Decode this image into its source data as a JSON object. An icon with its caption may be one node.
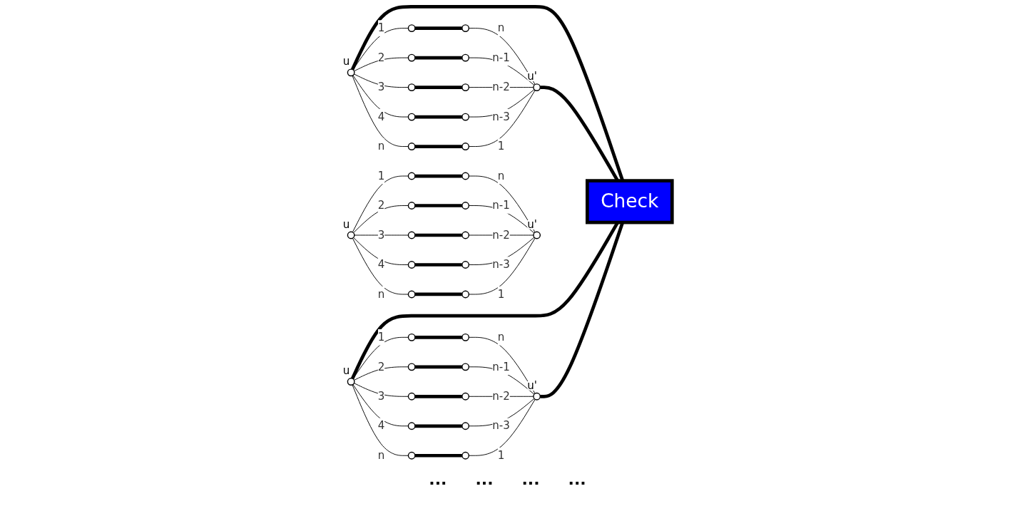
{
  "diagram": {
    "nodes": [
      {
        "text": [],
        "shape": "circle",
        "beside": [
          "u"
        ]
      },
      {
        "text": [],
        "shape": "circle"
      },
      {
        "text": [],
        "shape": "circle"
      },
      {
        "text": [],
        "shape": "circle"
      },
      {
        "text": [],
        "shape": "circle"
      },
      {
        "text": [],
        "shape": "circle"
      },
      {
        "text": [],
        "shape": "circle"
      },
      {
        "text": [],
        "shape": "circle"
      },
      {
        "text": [],
        "shape": "circle"
      },
      {
        "text": [],
        "shape": "circle"
      },
      {
        "text": [],
        "shape": "circle"
      },
      {
        "text": [],
        "shape": "circle",
        "beside": [
          "u'"
        ]
      },
      {
        "text": [],
        "shape": "circle",
        "beside": [
          "u"
        ]
      },
      {
        "text": [],
        "shape": "circle"
      },
      {
        "text": [],
        "shape": "circle"
      },
      {
        "text": [],
        "shape": "circle"
      },
      {
        "text": [],
        "shape": "circle"
      },
      {
        "text": [],
        "shape": "circle"
      },
      {
        "text": [],
        "shape": "circle"
      },
      {
        "text": [],
        "shape": "circle"
      },
      {
        "text": [],
        "shape": "circle"
      },
      {
        "text": [],
        "shape": "circle"
      },
      {
        "text": [],
        "shape": "circle"
      },
      {
        "text": [],
        "shape": "circle",
        "beside": [
          "u'"
        ]
      },
      {
        "text": [],
        "shape": "circle",
        "beside": [
          "u"
        ]
      },
      {
        "text": [],
        "shape": "circle"
      },
      {
        "text": [],
        "shape": "circle"
      },
      {
        "text": [],
        "shape": "circle"
      },
      {
        "text": [],
        "shape": "circle"
      },
      {
        "text": [],
        "shape": "circle"
      },
      {
        "text": [],
        "shape": "circle"
      },
      {
        "text": [],
        "shape": "circle"
      },
      {
        "text": [],
        "shape": "circle"
      },
      {
        "text": [],
        "shape": "circle"
      },
      {
        "text": [],
        "shape": "circle"
      },
      {
        "text": [],
        "shape": "circle",
        "beside": [
          "u'"
        ]
      },
      {
        "text": [
          "Check"
        ]
      }
    ],
    "edges": [
      {
        "from": 0,
        "to": 1,
        "arrow": "none",
        "label": "1"
      },
      {
        "from": 0,
        "to": 2,
        "arrow": "none",
        "label": "2"
      },
      {
        "from": 0,
        "to": 3,
        "arrow": "none",
        "label": "3"
      },
      {
        "from": 0,
        "to": 4,
        "arrow": "none",
        "label": "4"
      },
      {
        "from": 0,
        "to": 5,
        "arrow": "none",
        "label": "n"
      },
      {
        "from": 1,
        "to": 6,
        "arrow": "none",
        "style": "thick"
      },
      {
        "from": 2,
        "to": 7,
        "arrow": "none",
        "style": "thick"
      },
      {
        "from": 3,
        "to": 8,
        "arrow": "none",
        "style": "thick"
      },
      {
        "from": 4,
        "to": 9,
        "arrow": "none",
        "style": "thick"
      },
      {
        "from": 5,
        "to": 10,
        "arrow": "none",
        "style": "thick"
      },
      {
        "from": 6,
        "to": 11,
        "arrow": "none",
        "label": "n"
      },
      {
        "from": 7,
        "to": 11,
        "arrow": "none",
        "label": "n-1"
      },
      {
        "from": 8,
        "to": 11,
        "arrow": "none",
        "label": "n-2"
      },
      {
        "from": 9,
        "to": 11,
        "arrow": "none",
        "label": "n-3"
      },
      {
        "from": 10,
        "to": 11,
        "arrow": "none",
        "label": "1"
      },
      {
        "from": 12,
        "to": 13,
        "arrow": "none",
        "label": "1"
      },
      {
        "from": 12,
        "to": 14,
        "arrow": "none",
        "label": "2"
      },
      {
        "from": 12,
        "to": 15,
        "arrow": "none",
        "label": "3"
      },
      {
        "from": 12,
        "to": 16,
        "arrow": "none",
        "label": "4"
      },
      {
        "from": 12,
        "to": 17,
        "arrow": "none",
        "label": "n"
      },
      {
        "from": 13,
        "to": 18,
        "arrow": "none",
        "style": "thick"
      },
      {
        "from": 14,
        "to": 19,
        "arrow": "none",
        "style": "thick"
      },
      {
        "from": 15,
        "to": 20,
        "arrow": "none",
        "style": "thick"
      },
      {
        "from": 16,
        "to": 21,
        "arrow": "none",
        "style": "thick"
      },
      {
        "from": 17,
        "to": 22,
        "arrow": "none",
        "style": "thick"
      },
      {
        "from": 18,
        "to": 23,
        "arrow": "none",
        "label": "n"
      },
      {
        "from": 19,
        "to": 23,
        "arrow": "none",
        "label": "n-1"
      },
      {
        "from": 20,
        "to": 23,
        "arrow": "none",
        "label": "n-2"
      },
      {
        "from": 21,
        "to": 23,
        "arrow": "none",
        "label": "n-3"
      },
      {
        "from": 22,
        "to": 23,
        "arrow": "none",
        "label": "1"
      },
      {
        "from": 24,
        "to": 25,
        "arrow": "none",
        "label": "1"
      },
      {
        "from": 24,
        "to": 26,
        "arrow": "none",
        "label": "2"
      },
      {
        "from": 24,
        "to": 27,
        "arrow": "none",
        "label": "3"
      },
      {
        "from": 24,
        "to": 28,
        "arrow": "none",
        "label": "4"
      },
      {
        "from": 24,
        "to": 29,
        "arrow": "none",
        "label": "n"
      },
      {
        "from": 25,
        "to": 30,
        "arrow": "none",
        "style": "thick"
      },
      {
        "from": 26,
        "to": 31,
        "arrow": "none",
        "style": "thick"
      },
      {
        "from": 27,
        "to": 32,
        "arrow": "none",
        "style": "thick"
      },
      {
        "from": 28,
        "to": 33,
        "arrow": "none",
        "style": "thick"
      },
      {
        "from": 29,
        "to": 34,
        "arrow": "none",
        "style": "thick"
      },
      {
        "from": 30,
        "to": 35,
        "arrow": "none",
        "label": "n"
      },
      {
        "from": 31,
        "to": 35,
        "arrow": "none",
        "label": "n-1"
      },
      {
        "from": 32,
        "to": 35,
        "arrow": "none",
        "label": "n-2"
      },
      {
        "from": 33,
        "to": 35,
        "arrow": "none",
        "label": "n-3"
      },
      {
        "from": 34,
        "to": 35,
        "arrow": "none",
        "label": "1"
      },
      {
        "from": 0,
        "to": 36,
        "arrow": "none",
        "style": "thick"
      },
      {
        "from": 11,
        "to": 36,
        "arrow": "none",
        "style": "thick"
      },
      {
        "from": 12,
        "to": 36,
        "arrow": "none",
        "style": "thick"
      },
      {
        "from": 23,
        "to": 36,
        "arrow": "none",
        "style": "thick"
      }
    ],
    "labels": [
      "...",
      "...",
      "...",
      "..."
    ]
  }
}
